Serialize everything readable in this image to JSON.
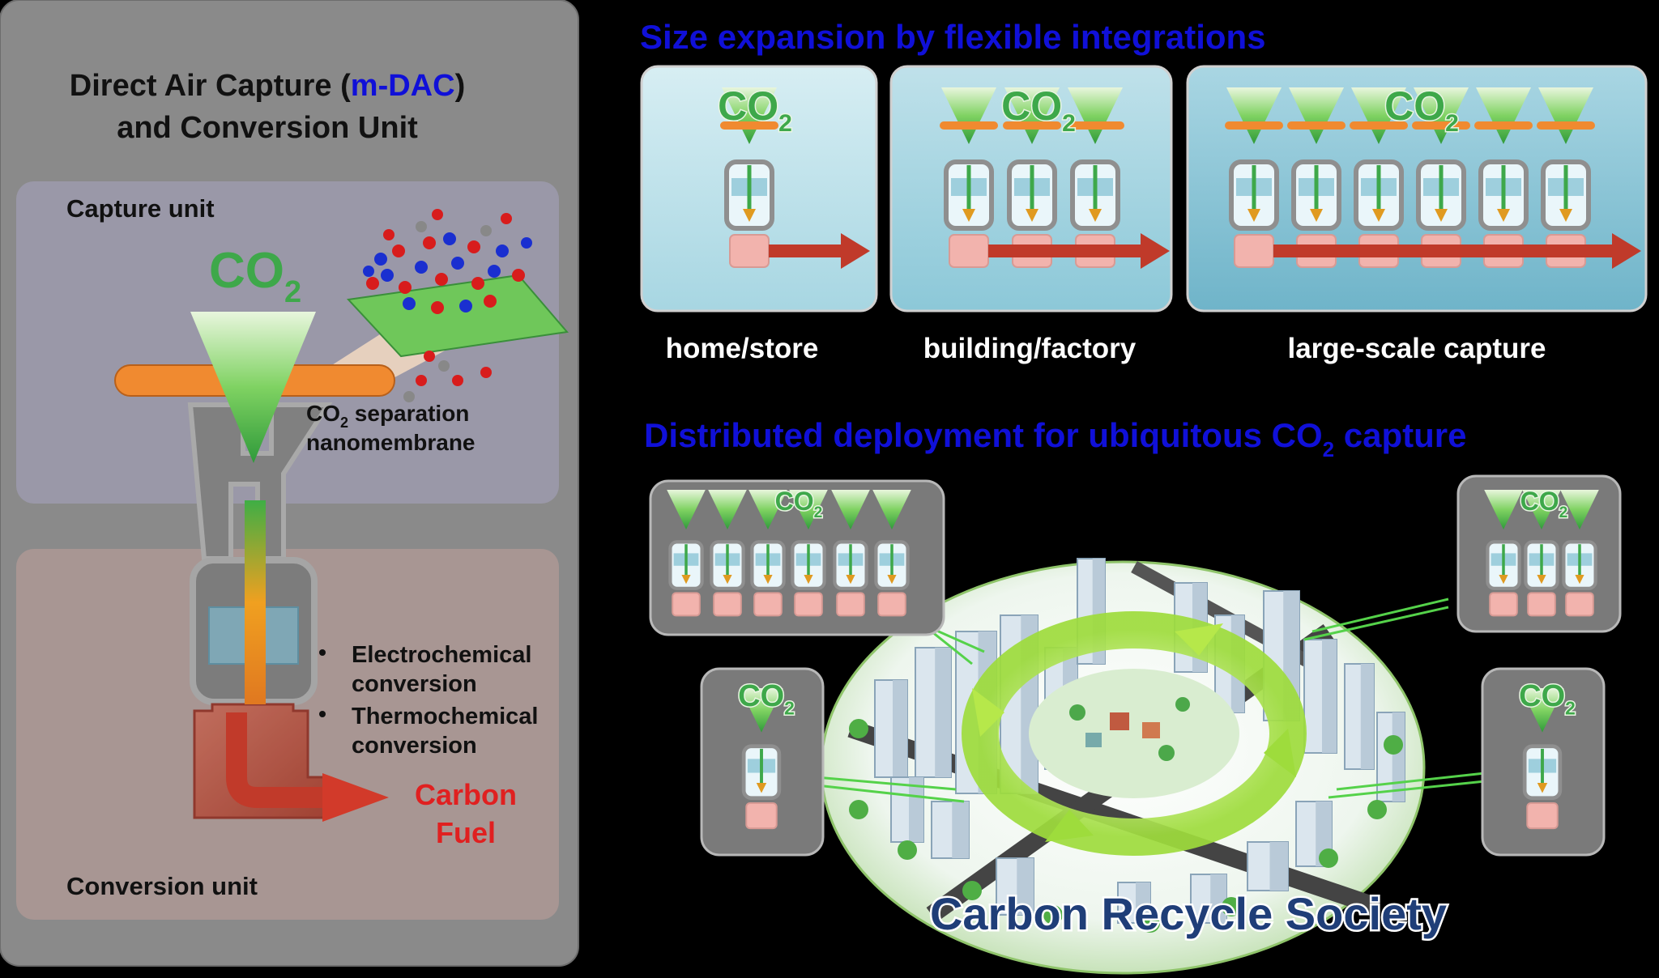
{
  "left_panel": {
    "title_line1_pre": "Direct Air Capture (",
    "title_line1_accent": "m-DAC",
    "title_line1_post": ")",
    "title_line2": "and Conversion Unit",
    "capture_label": "Capture unit",
    "co2": "CO",
    "co2_sub": "2",
    "membrane_line1_pre": "CO",
    "membrane_line1_sub": "2",
    "membrane_line1_post": " separation",
    "membrane_line2": "nanomembrane",
    "bullet1_line1": "Electrochemical",
    "bullet1_line2": "conversion",
    "bullet2_line1": "Thermochemical",
    "bullet2_line2": "conversion",
    "product_line1": "Carbon",
    "product_line2": "Fuel",
    "conversion_label": "Conversion unit"
  },
  "size_expansion": {
    "heading": "Size expansion by flexible integrations",
    "scales": [
      {
        "label": "home/store"
      },
      {
        "label": "building/factory"
      },
      {
        "label": "large-scale capture"
      }
    ]
  },
  "deployment": {
    "heading_pre": "Distributed deployment for ubiquitous CO",
    "heading_sub": "2",
    "heading_post": " capture",
    "city_title": "Carbon Recycle Society"
  },
  "colors": {
    "panel_bg": "#8a8a8a",
    "capture_bg": "#9a98a8",
    "conversion_bg": "#a89693",
    "accent_blue": "#1010d8",
    "co2_green": "#3ea84a",
    "pipe_orange": "#f08a30",
    "arrow_red": "#c0392b",
    "unit_pink": "#f2b3ad",
    "box_light": "#cfe8f0",
    "city_title": "#1f3e78"
  }
}
